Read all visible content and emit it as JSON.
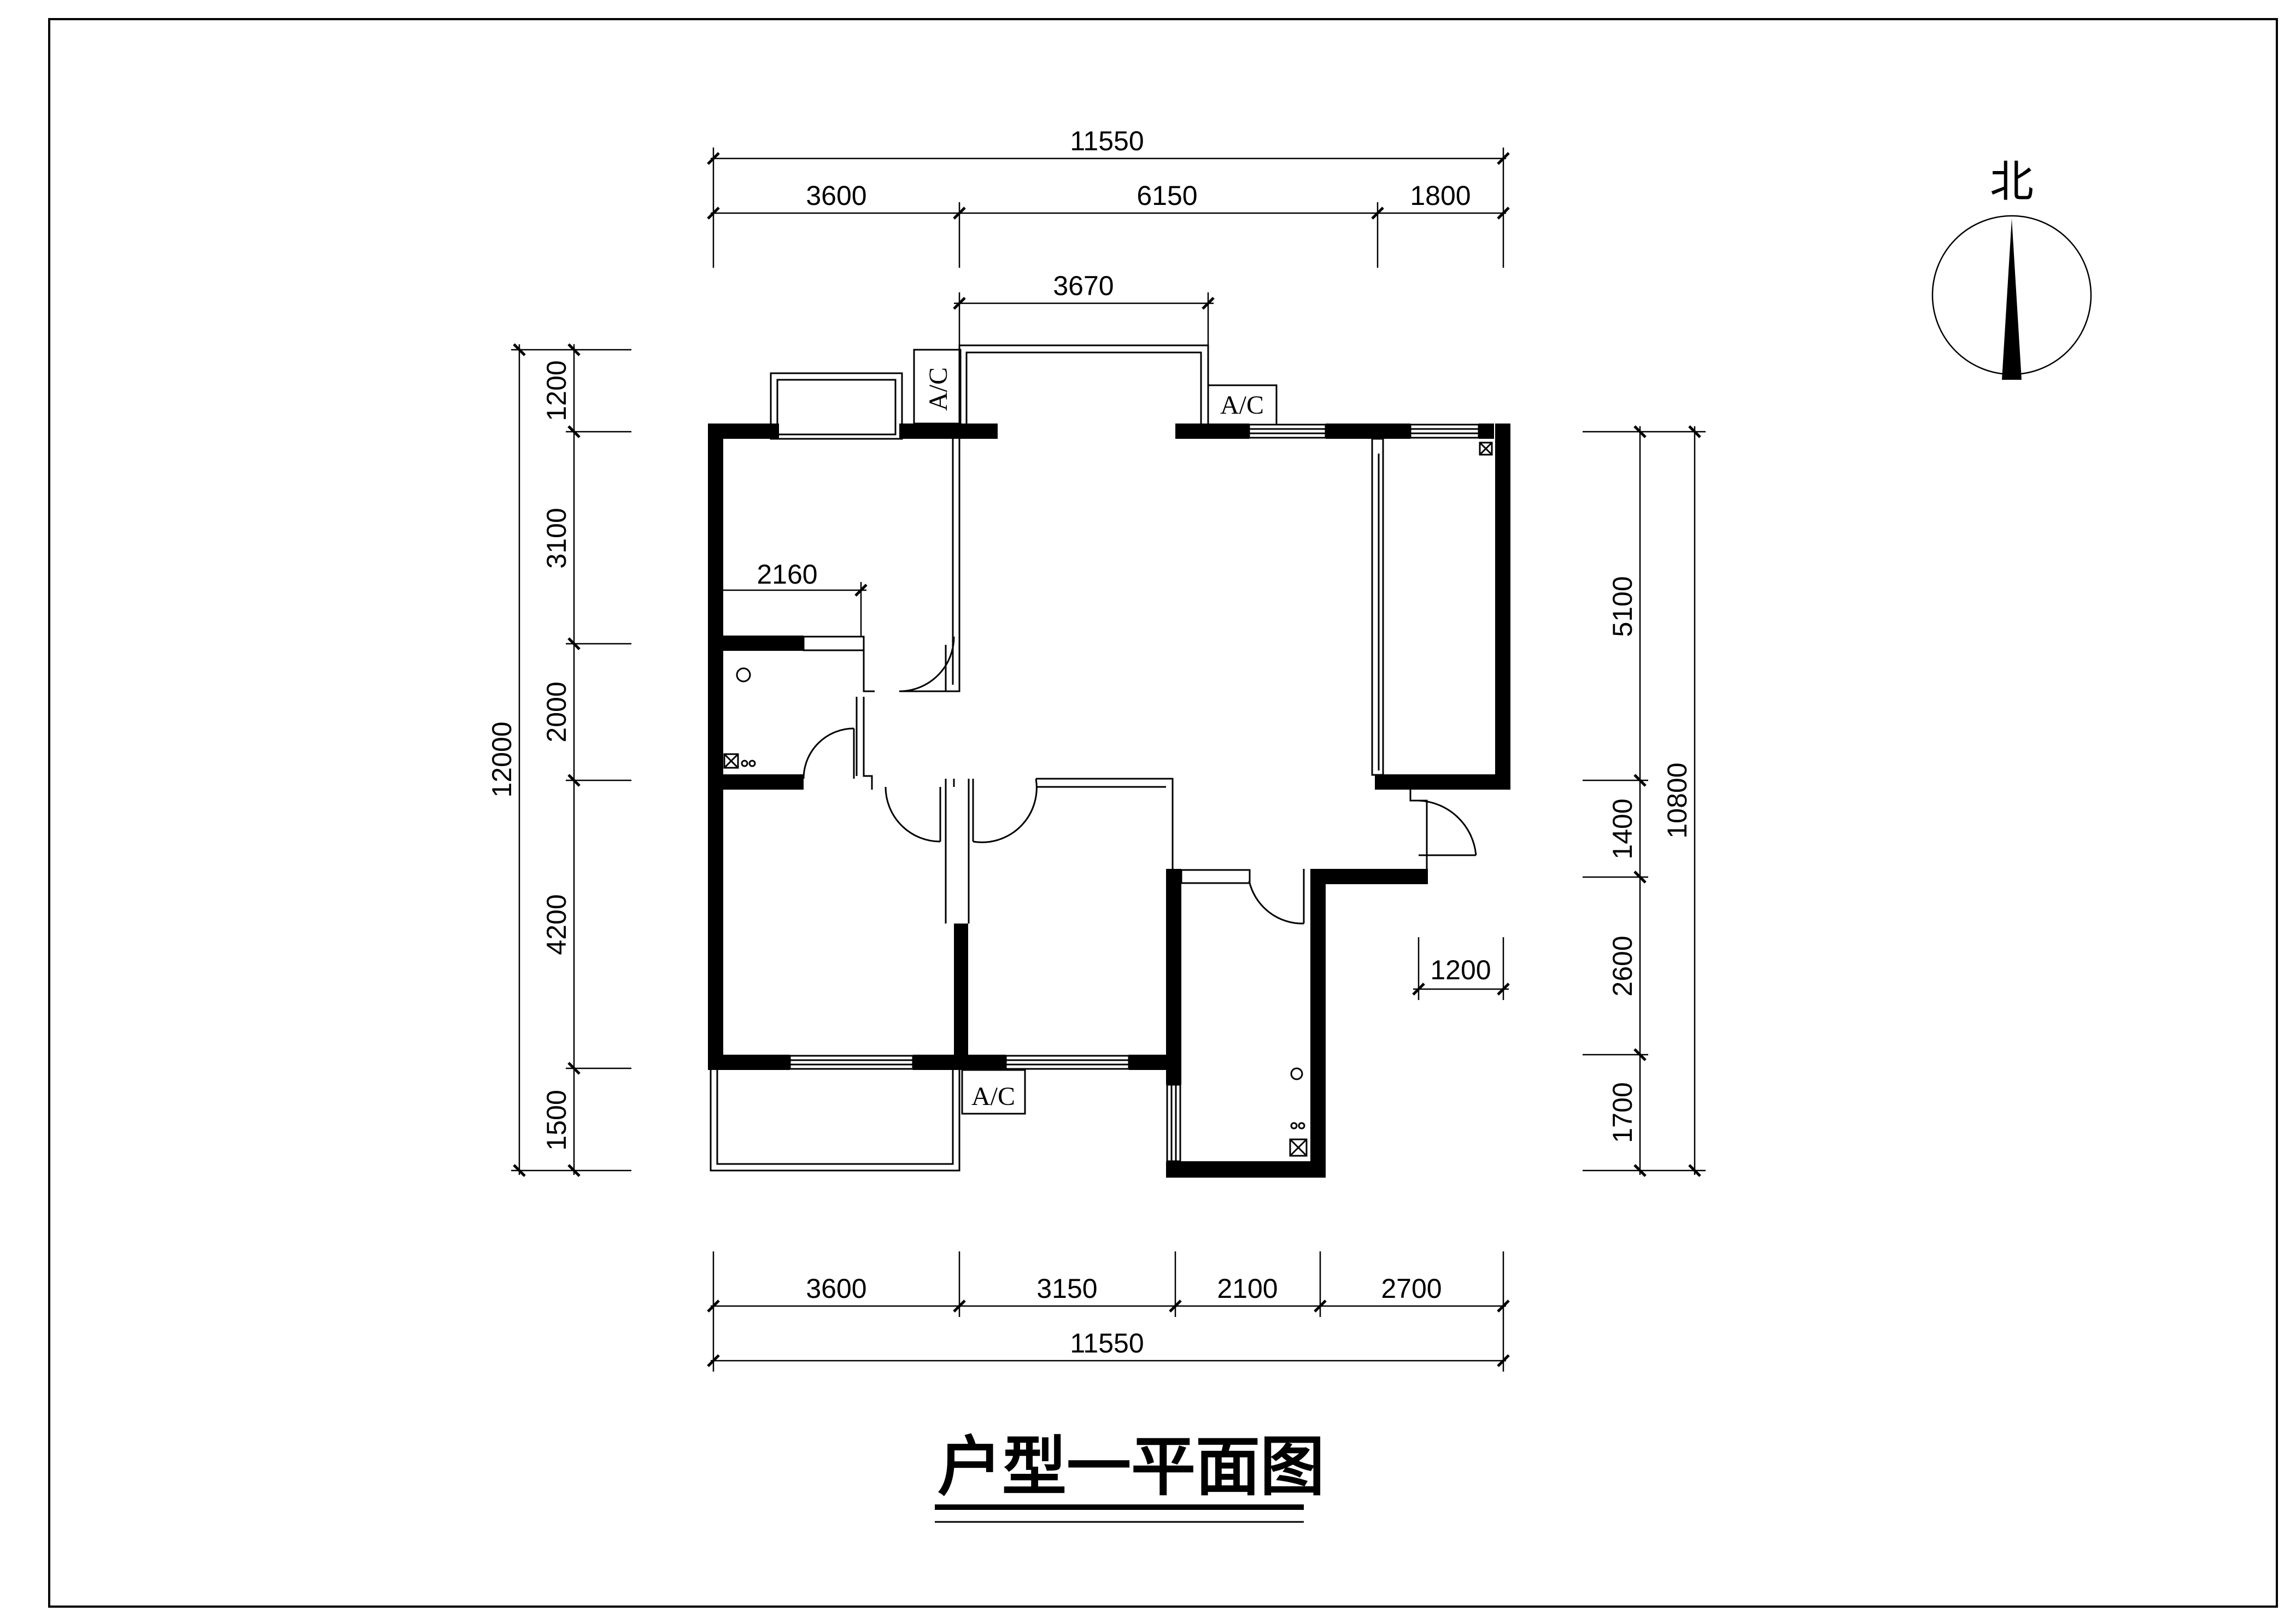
{
  "title": "户型一平面图",
  "north_label": "北",
  "ac_label": "A/C",
  "dimensions": {
    "top_total": "11550",
    "top_segments": [
      "3600",
      "6150",
      "1800"
    ],
    "top_inner": "3670",
    "bottom_segments": [
      "3600",
      "3150",
      "2100",
      "2700"
    ],
    "bottom_total": "11550",
    "left_total": "12000",
    "left_segments": [
      "1200",
      "3100",
      "2000",
      "4200",
      "1500"
    ],
    "right_total": "10800",
    "right_segments": [
      "5100",
      "1400",
      "2600",
      "1700"
    ],
    "inner_2160": "2160",
    "inner_1200": "1200"
  }
}
